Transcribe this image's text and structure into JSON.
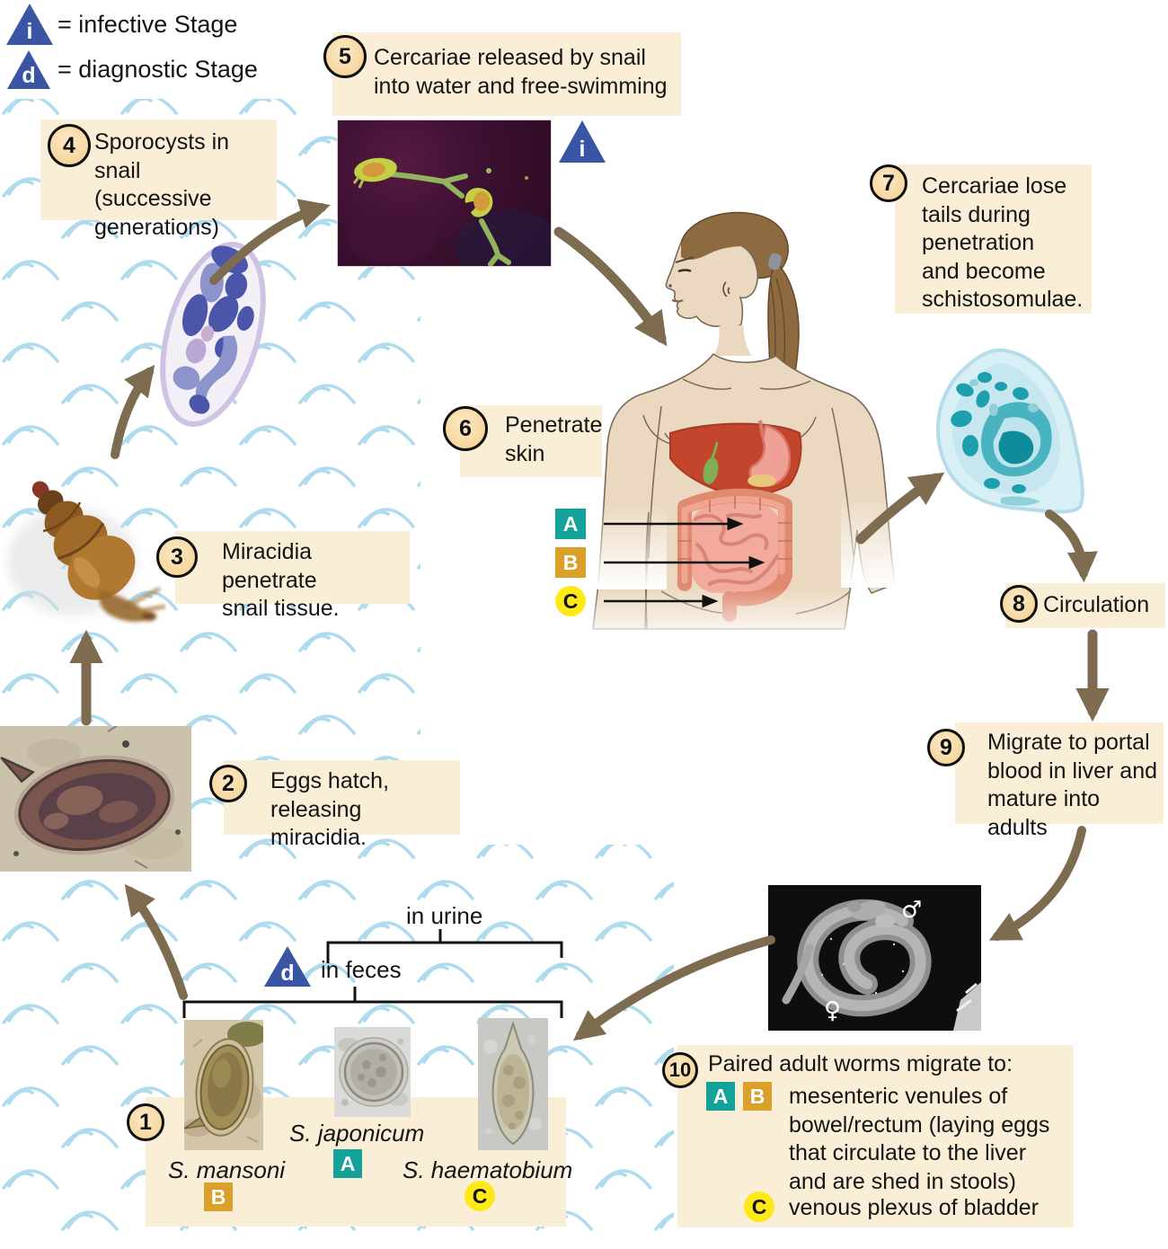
{
  "legend": {
    "infective_symbol": "i",
    "infective_label": "= infective Stage",
    "diagnostic_symbol": "d",
    "diagnostic_label": "= diagnostic Stage"
  },
  "steps": {
    "s1_num": "1",
    "s2_num": "2",
    "s2_text": "Eggs hatch,\nreleasing miracidia.",
    "s3_num": "3",
    "s3_text": "Miracidia penetrate\nsnail tissue.",
    "s4_num": "4",
    "s4_text": "Sporocysts in snail\n(successive\ngenerations)",
    "s5_num": "5",
    "s5_text": "Cercariae released by snail\ninto water and free-swimming",
    "s6_num": "6",
    "s6_text": "Penetrate\nskin",
    "s7_num": "7",
    "s7_text": "Cercariae lose\ntails during\npenetration\nand become\nschistosomulae.",
    "s8_num": "8",
    "s8_text": "Circulation",
    "s9_num": "9",
    "s9_text": "Migrate to portal\nblood in liver and\nmature into adults",
    "s10_num": "10",
    "s10_heading": "Paired adult worms migrate to:",
    "s10_ab_text": "mesenteric venules of\nbowel/rectum (laying eggs\nthat circulate to the liver\nand are shed in stools)",
    "s10_c_text": "venous plexus of bladder"
  },
  "markers": {
    "a": "A",
    "b": "B",
    "c": "C"
  },
  "routes": {
    "urine": "in urine",
    "feces": "in feces"
  },
  "species": {
    "mansoni": "S. mansoni",
    "japonicum": "S. japonicum",
    "haematobium": "S. haematobium"
  },
  "worm_photo": {
    "male_symbol": "♂",
    "female_symbol": "♀"
  },
  "colors": {
    "marker_a_bg": "#13a29a",
    "marker_b_bg": "#dba02a",
    "marker_c_bg": "#ffe818",
    "label_box_bg": "#faeed6",
    "step_circle_bg": "#f6d79e",
    "stage_triangle_blue": "#3b55a5",
    "arrow_brown": "#7d6c50",
    "wave_blue": "#aedcee"
  }
}
